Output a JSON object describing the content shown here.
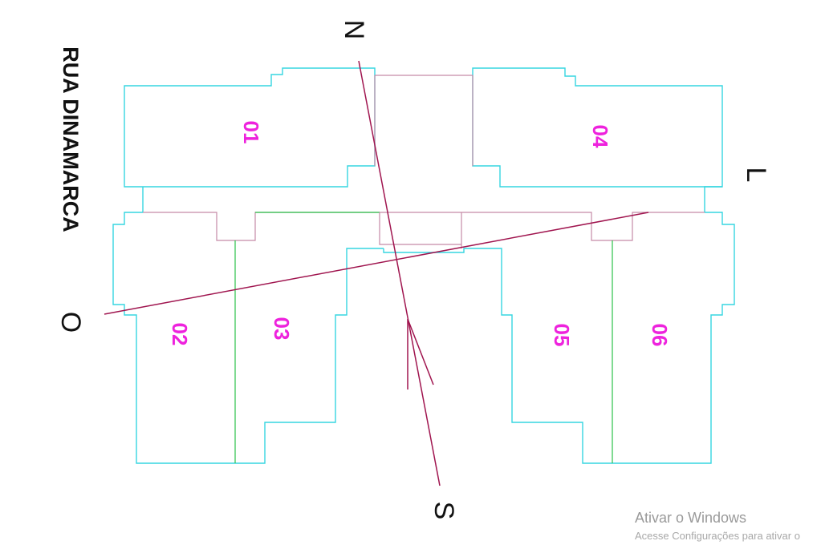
{
  "street_name": "RUA DINAMARCA",
  "compass": {
    "north": "N",
    "south": "S",
    "east": "L",
    "west": "O"
  },
  "units": [
    "01",
    "04",
    "02",
    "03",
    "05",
    "06"
  ],
  "watermark": {
    "title": "Ativar o Windows",
    "subtitle": "Acesse Configurações para ativar o"
  },
  "colors": {
    "outline_cyan": "#36d6e0",
    "outline_pink": "#c58aa6",
    "outline_green": "#2bc24a",
    "compass_line": "#a0154f",
    "unit_label": "#ee22dd"
  }
}
